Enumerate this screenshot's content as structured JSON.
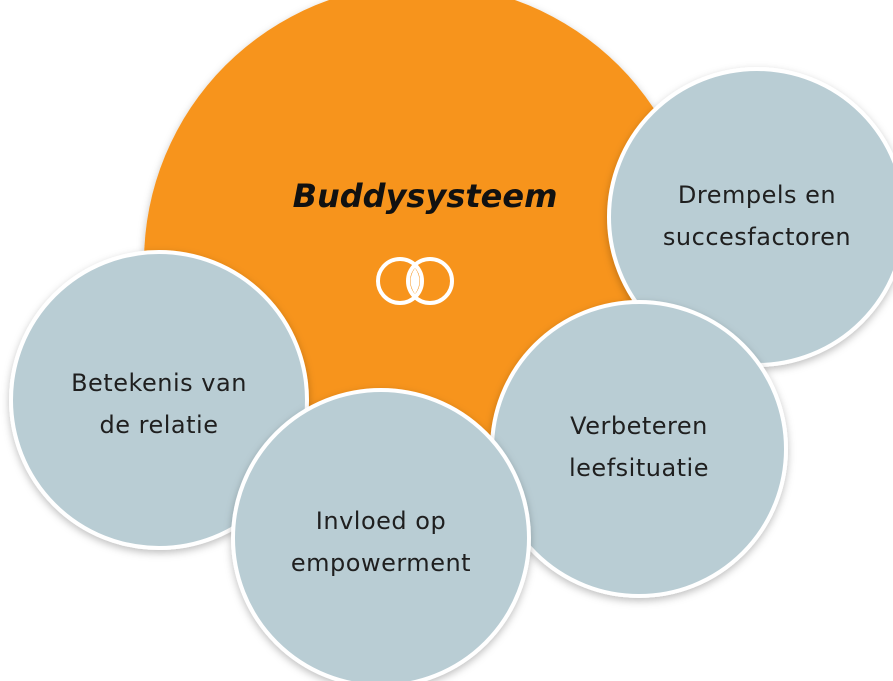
{
  "diagram": {
    "central": {
      "title": "Buddysysteem",
      "icon": "interlocking-rings-icon",
      "color": "#f7941d"
    },
    "bubbles": [
      {
        "id": "drempels",
        "lines": [
          "Drempels en",
          "succesfactoren"
        ]
      },
      {
        "id": "betekenis",
        "lines": [
          "Betekenis van",
          "de relatie"
        ]
      },
      {
        "id": "empowerment",
        "lines": [
          "Invloed op",
          "empowerment"
        ]
      },
      {
        "id": "leefsituatie",
        "lines": [
          "Verbeteren",
          "leefsituatie"
        ]
      }
    ],
    "bubble_color": "#b9cdd4",
    "border_color": "#ffffff"
  }
}
